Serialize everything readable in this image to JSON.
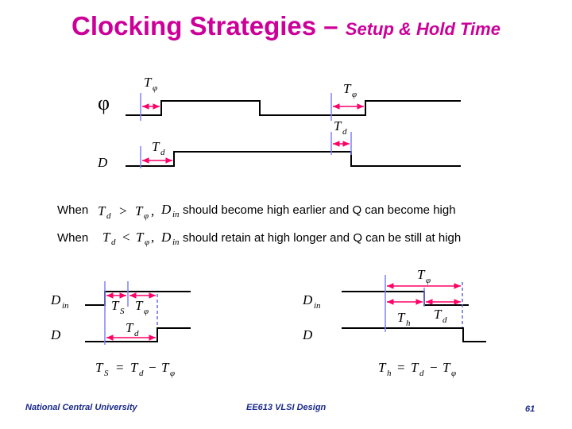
{
  "title": {
    "main": "Clocking Strategies – ",
    "sub": "Setup & Hold Time"
  },
  "symbols": {
    "T": "T",
    "phi": "φ",
    "d": "d",
    "D": "D",
    "in": "in",
    "S": "S",
    "h": "h",
    "comma": ",",
    "gt": ">",
    "lt": "<",
    "eq": "=",
    "minus": "−"
  },
  "conditions": [
    {
      "prefix": "When",
      "suffix": "should become high earlier and Q can become high"
    },
    {
      "prefix": "When",
      "suffix": "should retain at high longer and Q can be still at high"
    }
  ],
  "footer": {
    "left": "National Central University",
    "center": "EE613 VLSI Design",
    "page": "61"
  },
  "colors": {
    "title": "#cc0099",
    "arrow": "#ff0066",
    "marker": "#8080ff",
    "footer": "#1a2a8a"
  }
}
